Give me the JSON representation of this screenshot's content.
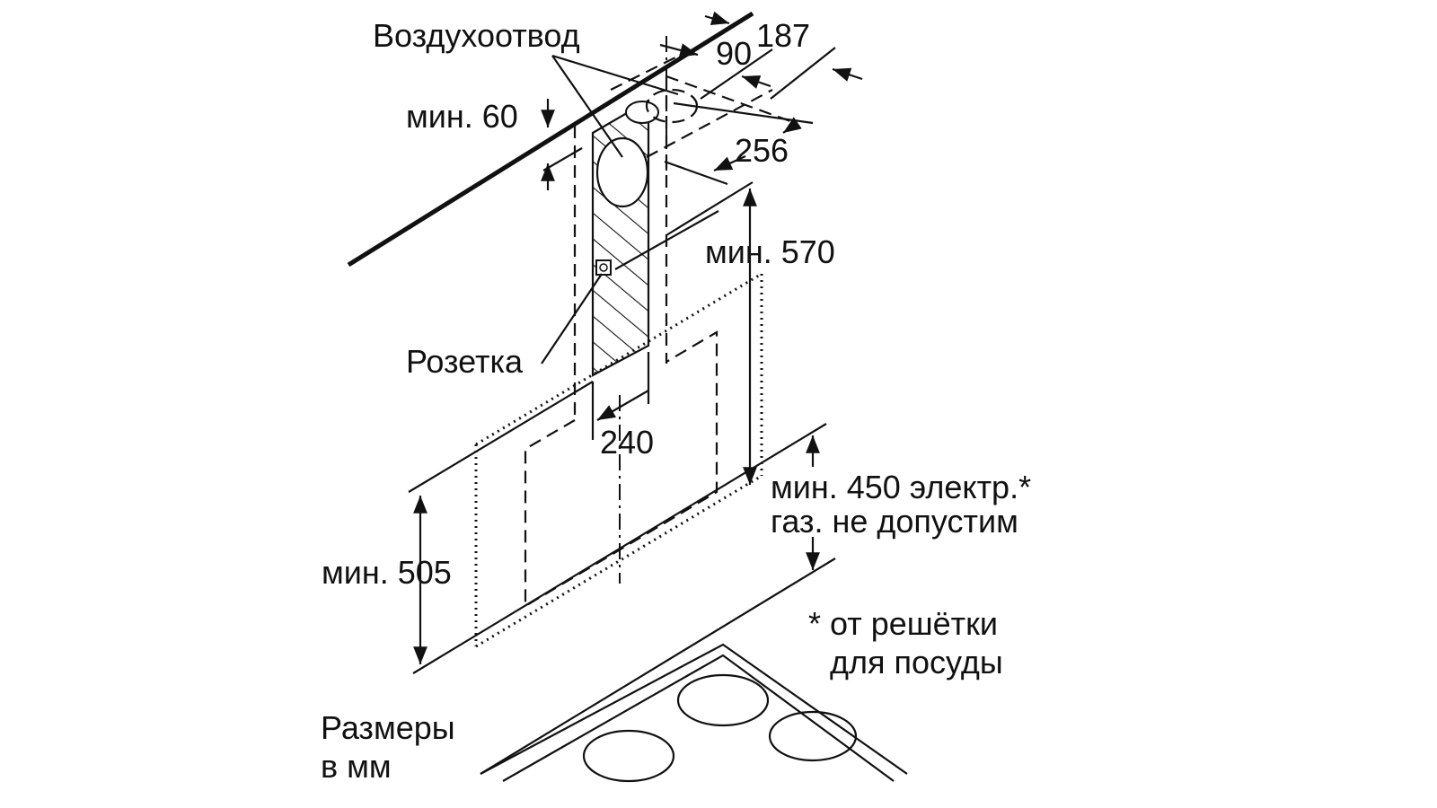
{
  "labels": {
    "air_duct": "Воздухоотвод",
    "dim_187": "187",
    "dim_90": "90",
    "min_60": "мин. 60",
    "dim_256": "256",
    "min_570": "мин. 570",
    "socket": "Розетка",
    "dim_240": "240",
    "min_450_line1": "мин. 450 электр.*",
    "min_450_line2": "газ. не допустим",
    "min_505": "мин. 505",
    "footnote_line1": "* от решётки",
    "footnote_line2": "для посуды",
    "units_line1": "Размеры",
    "units_line2": "в мм"
  }
}
